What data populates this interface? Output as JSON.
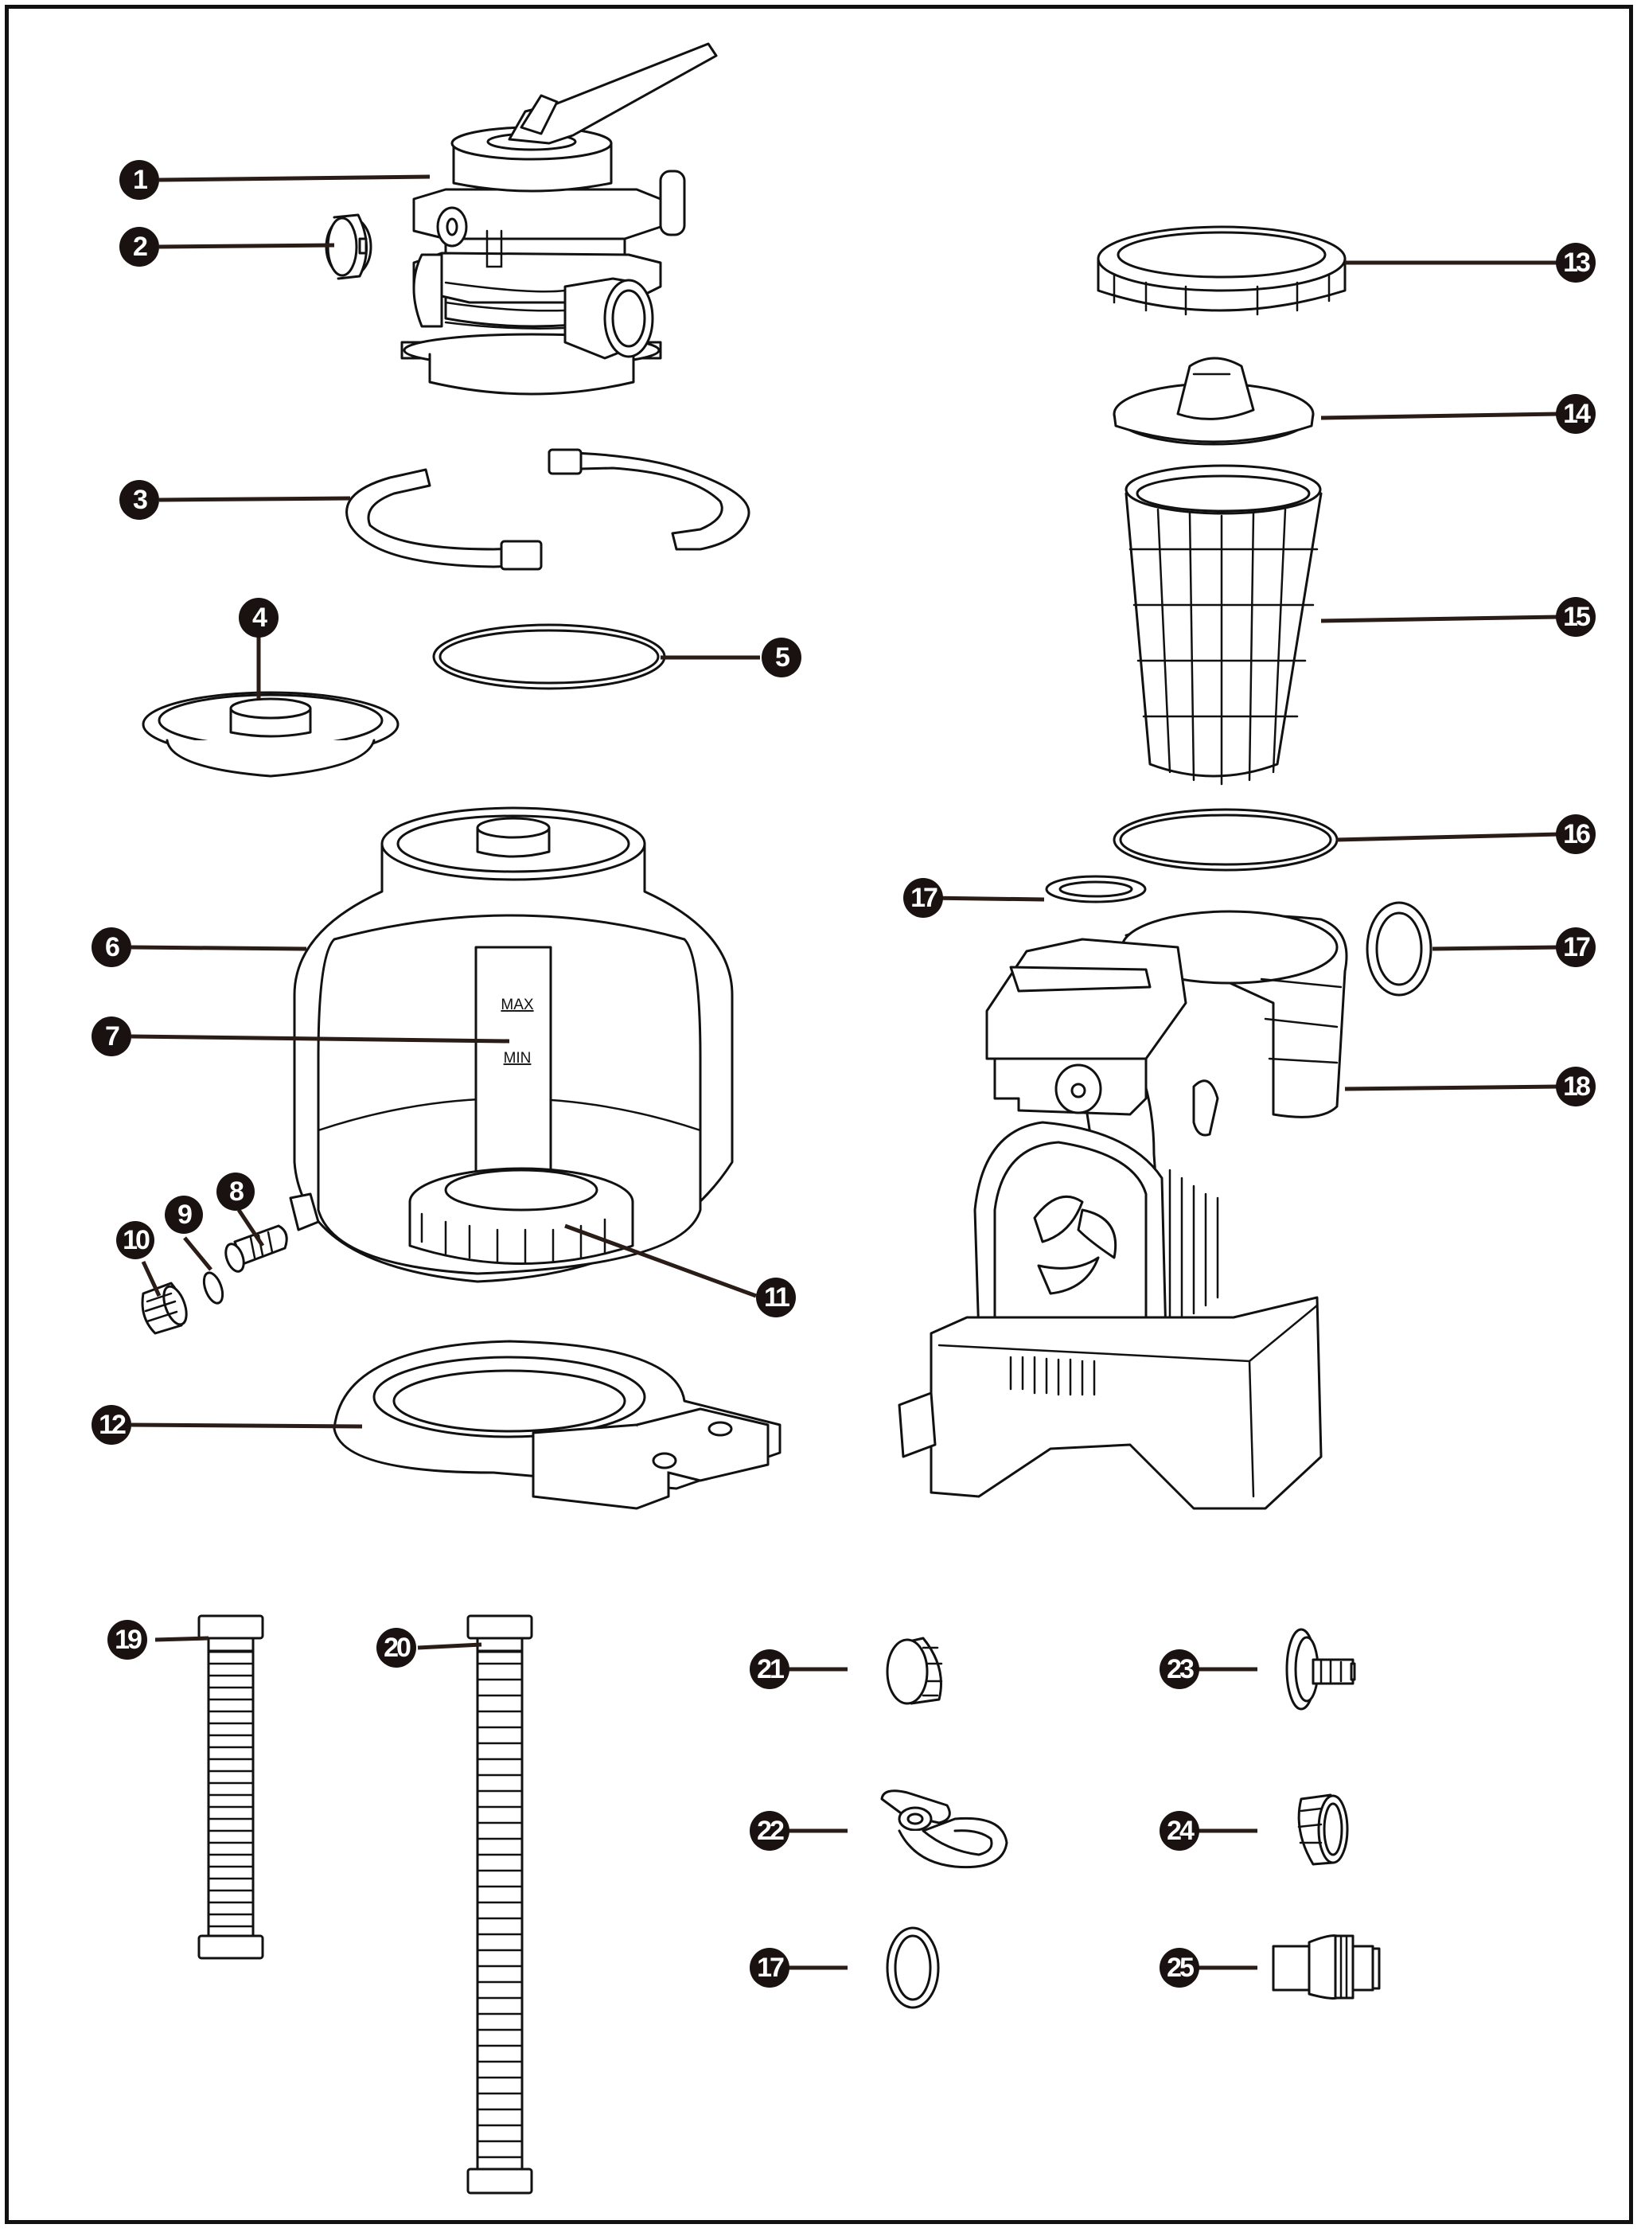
{
  "diagram": {
    "type": "exploded-parts-diagram",
    "subject": "sand filter pump assembly",
    "tank_labels": {
      "max": "MAX",
      "min": "MIN"
    },
    "callouts": [
      {
        "id": "c1",
        "number": "1"
      },
      {
        "id": "c2",
        "number": "2"
      },
      {
        "id": "c3",
        "number": "3"
      },
      {
        "id": "c4",
        "number": "4"
      },
      {
        "id": "c5",
        "number": "5"
      },
      {
        "id": "c6",
        "number": "6"
      },
      {
        "id": "c7",
        "number": "7"
      },
      {
        "id": "c8",
        "number": "8"
      },
      {
        "id": "c9",
        "number": "9"
      },
      {
        "id": "c10",
        "number": "10"
      },
      {
        "id": "c11",
        "number": "11"
      },
      {
        "id": "c12",
        "number": "12"
      },
      {
        "id": "c13",
        "number": "13"
      },
      {
        "id": "c14",
        "number": "14"
      },
      {
        "id": "c15",
        "number": "15"
      },
      {
        "id": "c16",
        "number": "16"
      },
      {
        "id": "c17a",
        "number": "17"
      },
      {
        "id": "c17b",
        "number": "17"
      },
      {
        "id": "c18",
        "number": "18"
      },
      {
        "id": "c19",
        "number": "19"
      },
      {
        "id": "c20",
        "number": "20"
      },
      {
        "id": "c21",
        "number": "21"
      },
      {
        "id": "c22",
        "number": "22"
      },
      {
        "id": "c17c",
        "number": "17"
      },
      {
        "id": "c23",
        "number": "23"
      },
      {
        "id": "c24",
        "number": "24"
      },
      {
        "id": "c25",
        "number": "25"
      }
    ]
  }
}
